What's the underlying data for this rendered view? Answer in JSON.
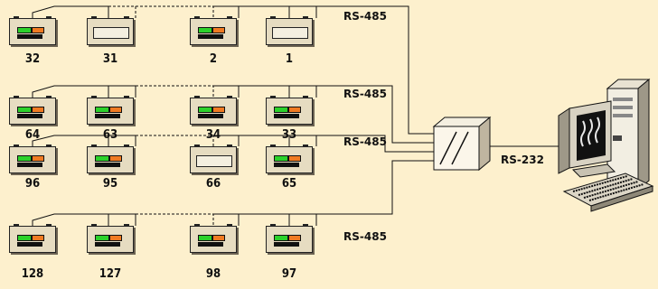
{
  "diagram": {
    "rows": [
      {
        "bus_label": "RS-485",
        "devices": [
          {
            "number": "32",
            "panel": "display"
          },
          {
            "number": "31",
            "panel": "blank"
          },
          {
            "number": "2",
            "panel": "display"
          },
          {
            "number": "1",
            "panel": "blank"
          }
        ]
      },
      {
        "bus_label": "RS-485",
        "devices": [
          {
            "number": "64",
            "panel": "display"
          },
          {
            "number": "63",
            "panel": "display"
          },
          {
            "number": "34",
            "panel": "display"
          },
          {
            "number": "33",
            "panel": "display"
          }
        ]
      },
      {
        "bus_label": "RS-485",
        "devices": [
          {
            "number": "96",
            "panel": "display"
          },
          {
            "number": "95",
            "panel": "display"
          },
          {
            "number": "66",
            "panel": "blank"
          },
          {
            "number": "65",
            "panel": "display"
          }
        ]
      },
      {
        "bus_label": "RS-485",
        "devices": [
          {
            "number": "128",
            "panel": "display"
          },
          {
            "number": "127",
            "panel": "display"
          },
          {
            "number": "98",
            "panel": "display"
          },
          {
            "number": "97",
            "panel": "display"
          }
        ]
      }
    ],
    "converter_link_label": "RS-232",
    "colors": {
      "background": "#fdf0cd",
      "device_body": "#e6dcc1",
      "indicator_green": "#2bd12b",
      "indicator_orange": "#f07a22",
      "wire": "#111111"
    },
    "icons": [
      "converter-icon",
      "computer-icon",
      "monitor-icon",
      "keyboard-icon"
    ]
  }
}
